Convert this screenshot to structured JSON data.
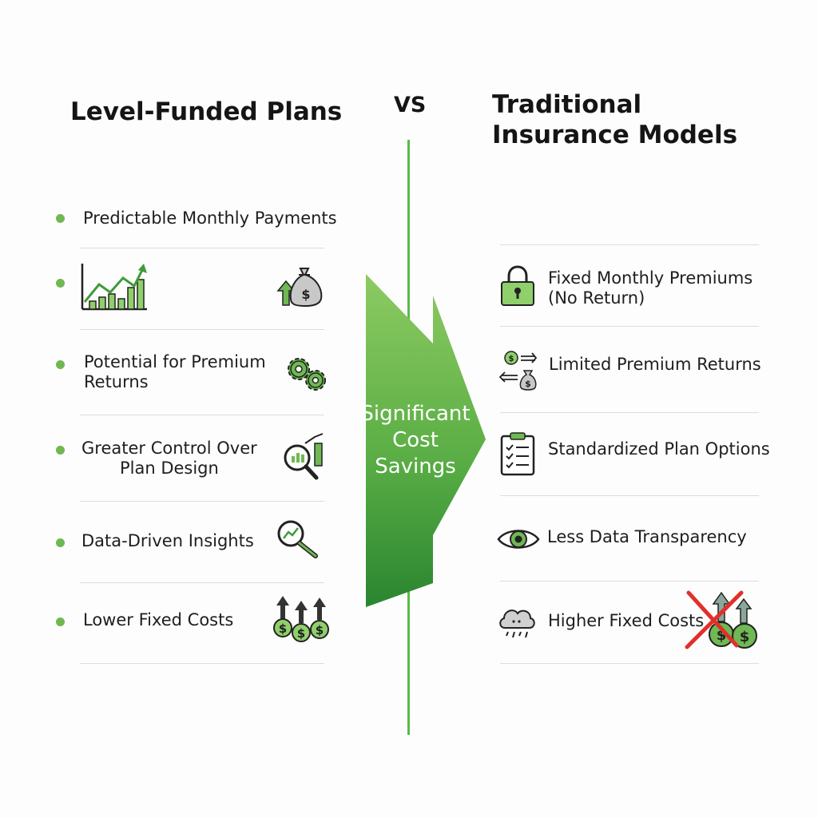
{
  "left": {
    "title": "Level-Funded Plans",
    "items": [
      {
        "label": "Predictable Monthly Payments"
      },
      {
        "label": ""
      },
      {
        "label": "Potential for Premium\nReturns"
      },
      {
        "label": "Greater Control Over\nPlan Design"
      },
      {
        "label": "Data-Driven Insights"
      },
      {
        "label": "Lower Fixed Costs"
      }
    ]
  },
  "vs_label": "VS",
  "right": {
    "title": "Traditional\nInsurance Models",
    "items": [
      {
        "label": "Fixed Monthly Premiums\n(No Return)"
      },
      {
        "label": "Limited Premium Returns"
      },
      {
        "label": "Standardized Plan Options"
      },
      {
        "label": "Less Data Transparency"
      },
      {
        "label": "Higher Fixed Costs"
      }
    ]
  },
  "center_arrow": {
    "label_line1": "Significant",
    "label_line2": "Cost",
    "label_line3": "Savings"
  },
  "colors": {
    "accent_green": "#6fb853",
    "arrow_light": "#86c65e",
    "arrow_dark": "#2f8a31",
    "divider": "#dcdcdc",
    "cross_red": "#e0302a"
  },
  "icons": {
    "left": [
      "growth-chart-icon",
      "money-bag-up-icon",
      "gears-icon",
      "analytics-magnifier-icon",
      "insight-magnifier-icon",
      "dollar-coins-up-icon"
    ],
    "right": [
      "lock-icon",
      "money-exchange-icon",
      "clipboard-checklist-icon",
      "eye-icon",
      "storm-cloud-icon",
      "crossed-dollar-coins-icon"
    ]
  }
}
